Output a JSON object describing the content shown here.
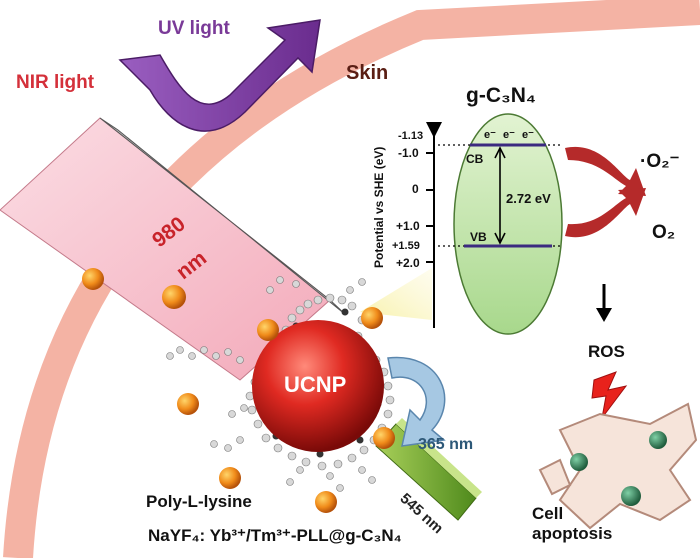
{
  "labels": {
    "uv_light": "UV light",
    "nir_light": "NIR light",
    "skin": "Skin",
    "semiconductor": "g-C₃N₄",
    "beam_980_line1": "980",
    "beam_980_line2": "nm",
    "ucnp": "UCNP",
    "emission_365": "365 nm",
    "emission_545": "545 nm",
    "poly_l_lysine": "Poly-L-lysine",
    "formula": "NaYF₄: Yb³⁺/Tm³⁺-PLL@g-C₃N₄",
    "ros": "ROS",
    "cell_line1": "Cell",
    "cell_line2": "apoptosis",
    "superoxide": "·O₂⁻",
    "oxygen": "O₂"
  },
  "band_diagram": {
    "axis_label": "Potential vs SHE (eV)",
    "ticks": [
      "-1.13",
      "-1.0",
      "0",
      "+1.0",
      "+1.59",
      "+2.0"
    ],
    "cb_label": "CB",
    "vb_label": "VB",
    "band_gap": "2.72 eV",
    "electrons": [
      "e⁻",
      "e⁻",
      "e⁻"
    ]
  },
  "colors": {
    "uv": "#7a3a98",
    "nir": "#d4303a",
    "skin": "#f4b3a4",
    "ellipse": "#c9e8b0",
    "band_line": "#3b2a80",
    "cycle_arrow": "#b52a2a",
    "ucnp": "#d8201c",
    "emission_arrow": "#89b6d6",
    "green_beam": "#7eac2e"
  }
}
